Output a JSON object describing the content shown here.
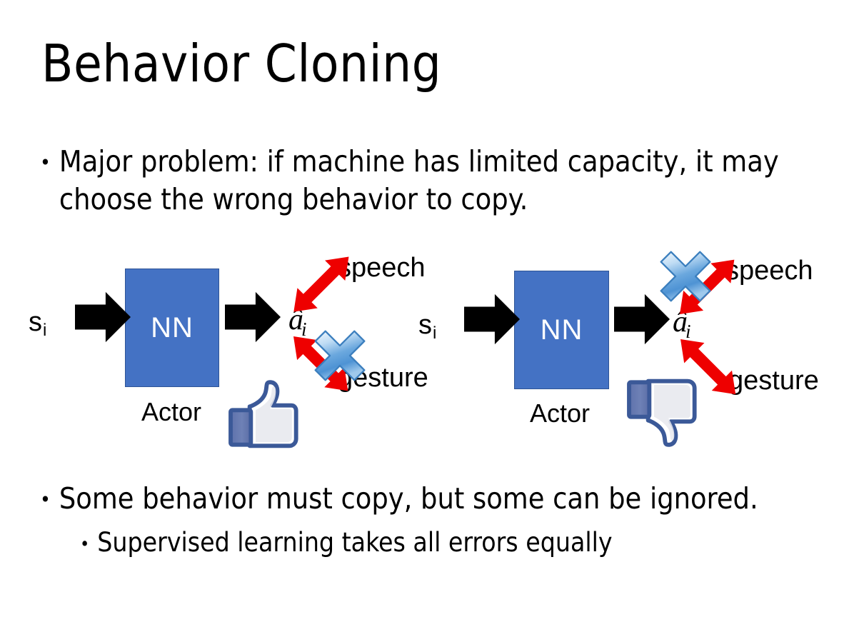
{
  "slide": {
    "title": "Behavior Cloning",
    "background_color": "#FFFFFF"
  },
  "bullets": [
    {
      "marker": "•",
      "level": 1,
      "text": "Major problem: if machine has limited capacity, it may choose the wrong behavior to copy."
    },
    {
      "marker": "•",
      "level": 1,
      "text": "Some behavior must copy, but some can be ignored."
    },
    {
      "marker": "•",
      "level": 2,
      "text": "Supervised learning takes all errors equally"
    }
  ],
  "diagrams": [
    {
      "id": "left",
      "input_label": "s",
      "input_subscript": "i",
      "network_label": "NN",
      "network_caption": "Actor",
      "output_label": "â",
      "output_subscript": "i",
      "branches": [
        {
          "name": "speech",
          "label": "speech",
          "crossed_out": false
        },
        {
          "name": "gesture",
          "label": "gesture",
          "crossed_out": true
        }
      ],
      "feedback_icon": "thumbs-up-icon",
      "feedback_sentiment": "positive"
    },
    {
      "id": "right",
      "input_label": "s",
      "input_subscript": "i",
      "network_label": "NN",
      "network_caption": "Actor",
      "output_label": "â",
      "output_subscript": "i",
      "branches": [
        {
          "name": "speech",
          "label": "speech",
          "crossed_out": true
        },
        {
          "name": "gesture",
          "label": "gesture",
          "crossed_out": false
        }
      ],
      "feedback_icon": "thumbs-down-icon",
      "feedback_sentiment": "negative"
    }
  ],
  "colors": {
    "network_box_fill": "#4472C4",
    "network_box_border": "#2E5496",
    "arrow_black": "#000000",
    "branch_arrow_red": "#EE0000",
    "cross_blue_light": "#E8F2FC",
    "cross_blue_mid": "#5B9BD5",
    "cross_blue_dark": "#2E75B6",
    "thumb_outline": "#3B5998",
    "thumb_fill": "#FFFFFF",
    "thumb_shadow": "#E0E2E8",
    "thumb_cuff": "#5B6FA8",
    "text_black": "#000000",
    "network_text": "#FFFFFF"
  }
}
